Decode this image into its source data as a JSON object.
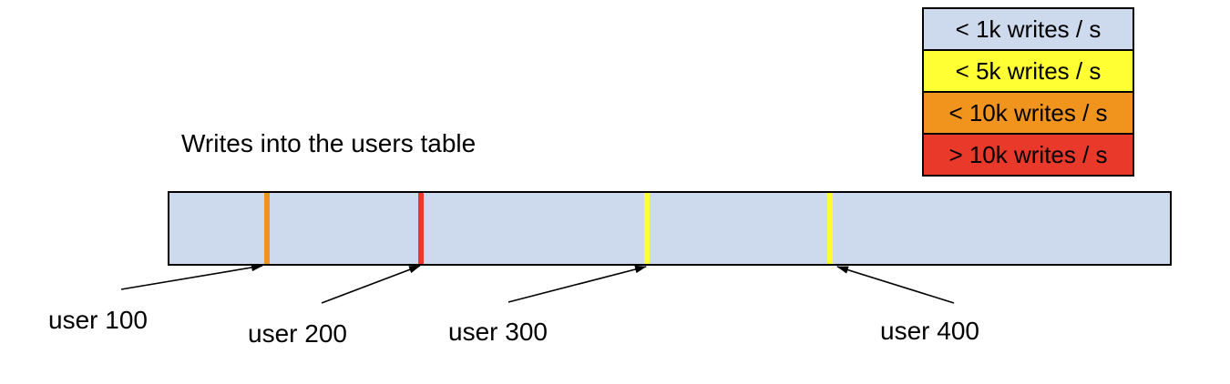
{
  "title": "Writes into the users table",
  "legend": {
    "items": [
      {
        "label": "< 1k writes / s",
        "color": "#cdd9ec"
      },
      {
        "label": "< 5k writes / s",
        "color": "#ffff33"
      },
      {
        "label": "< 10k writes / s",
        "color": "#f0941e"
      },
      {
        "label": "> 10k writes / s",
        "color": "#e8392b"
      }
    ]
  },
  "table_bar": {
    "fill": "#cdd9ec",
    "border": "#000000"
  },
  "markers": [
    {
      "label": "user 100",
      "rate": "< 10k writes / s",
      "color": "#f0941e",
      "x_frac": 0.097
    },
    {
      "label": "user 200",
      "rate": "> 10k writes / s",
      "color": "#e8392b",
      "x_frac": 0.251
    },
    {
      "label": "user 300",
      "rate": "< 5k writes / s",
      "color": "#ffff33",
      "x_frac": 0.477
    },
    {
      "label": "user 400",
      "rate": "< 5k writes / s",
      "color": "#ffff33",
      "x_frac": 0.66
    }
  ]
}
